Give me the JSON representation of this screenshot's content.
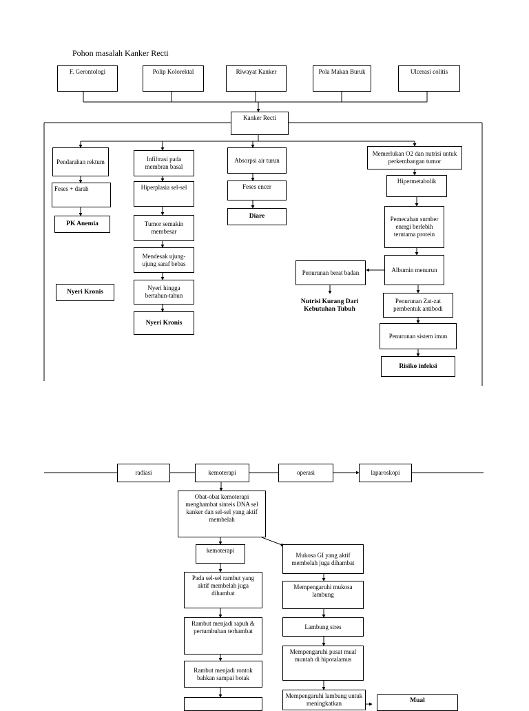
{
  "title": "Pohon masalah Kanker Recti",
  "causes": [
    "F. Gerontologi",
    "Polip Kolorektal",
    "Riwayat Kanker",
    "Pola Makan Buruk",
    "Ulcerasi colitis"
  ],
  "center": "Kanker Recti",
  "col1": {
    "a": "Pendarahan rektum",
    "b": "Feses + darah",
    "c": "PK Anemia",
    "d": "Nyeri Kronis"
  },
  "col2": {
    "a": "Infiltrasi pada membran basal",
    "b": "Hiperplasia sel-sel",
    "c": "Tumor semakin membesar",
    "d": "Mendesak ujung-ujung saraf bebas",
    "e": "Nyeri hingga bertahun-tahun",
    "f": "Nyeri Kronis"
  },
  "col3": {
    "a": "Absorpsi air turun",
    "b": "Feses encer",
    "c": "Diare"
  },
  "col4": {
    "a": "Memerlukan O2 dan nutrisi untuk perkembangan tumor",
    "b": "Hipermetabolik",
    "c": "Pemecahan sumber energi berlebih terutama protein",
    "d": "Albumin menurun",
    "e": "Penurunan berat badan",
    "f": "Nutrisi Kurang Dari Kebutuhan Tubuh",
    "g": "Penurunan Zat-zat pembentuk antibodi",
    "h": "Penurunan sistem imun",
    "i": "Risiko infeksi"
  },
  "therapies": [
    "radiasi",
    "kemoterapi",
    "operasi",
    "laparoskopi"
  ],
  "chemo": {
    "main": "Obat-obat kemoterapi menghambat sinteis DNA sel kanker dan sel-sel yang aktif membelah",
    "left": [
      "kemoterapi",
      "Pada sel-sel rambut yang aktif membelah juga dihambat",
      "Rambut menjadi rapuh & pertumbuhan terhambat",
      "Rambut menjadi rontok bahkan sampai botak",
      ""
    ],
    "right": [
      "Mukosa GI yang aktif membelah juga dihambat",
      "Mempengaruhi mukosa lambung",
      "Lambung stres",
      "Mempengaruhi pusat mual muntah di hipotalamus",
      "Mempengaruhi lambung untuk meningkatkan"
    ],
    "mual": "Mual"
  }
}
